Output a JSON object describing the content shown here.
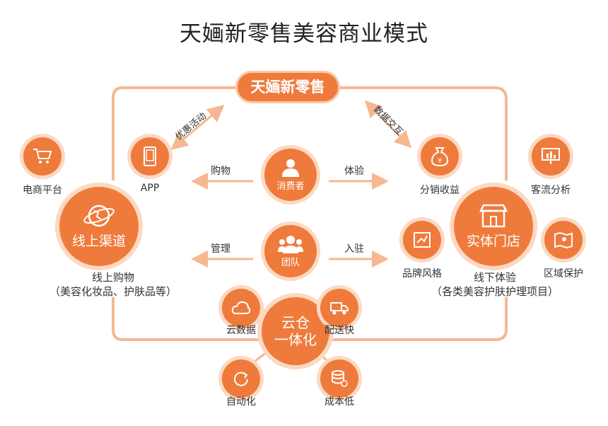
{
  "title": "天婳新零售美容商业模式",
  "center_pill": "天婳新零售",
  "left_diag_label": "优惠活动",
  "right_diag_label": "数据交互",
  "consumer": "消费者",
  "team": "团队",
  "edges": {
    "shop": "购物",
    "experience": "体验",
    "manage": "管理",
    "settle": "入驻"
  },
  "left": {
    "main": "线上渠道",
    "caption_line1": "线上购物",
    "caption_line2": "（美容化妆品、护肤品等）",
    "ecommerce": "电商平台",
    "app": "APP"
  },
  "right": {
    "main": "实体门店",
    "caption_line1": "线下体验",
    "caption_line2": "（各类美容护肤护理项目）",
    "profit": "分销收益",
    "traffic": "客流分析",
    "brand": "品牌风格",
    "region": "区域保护"
  },
  "cloud": {
    "line1": "云仓",
    "line2": "一体化",
    "data": "云数据",
    "delivery": "配送快",
    "auto": "自动化",
    "cost": "成本低"
  },
  "colors": {
    "accent": "#ee7b3c",
    "ring": "#fbd9c2",
    "line": "#f5b892"
  }
}
